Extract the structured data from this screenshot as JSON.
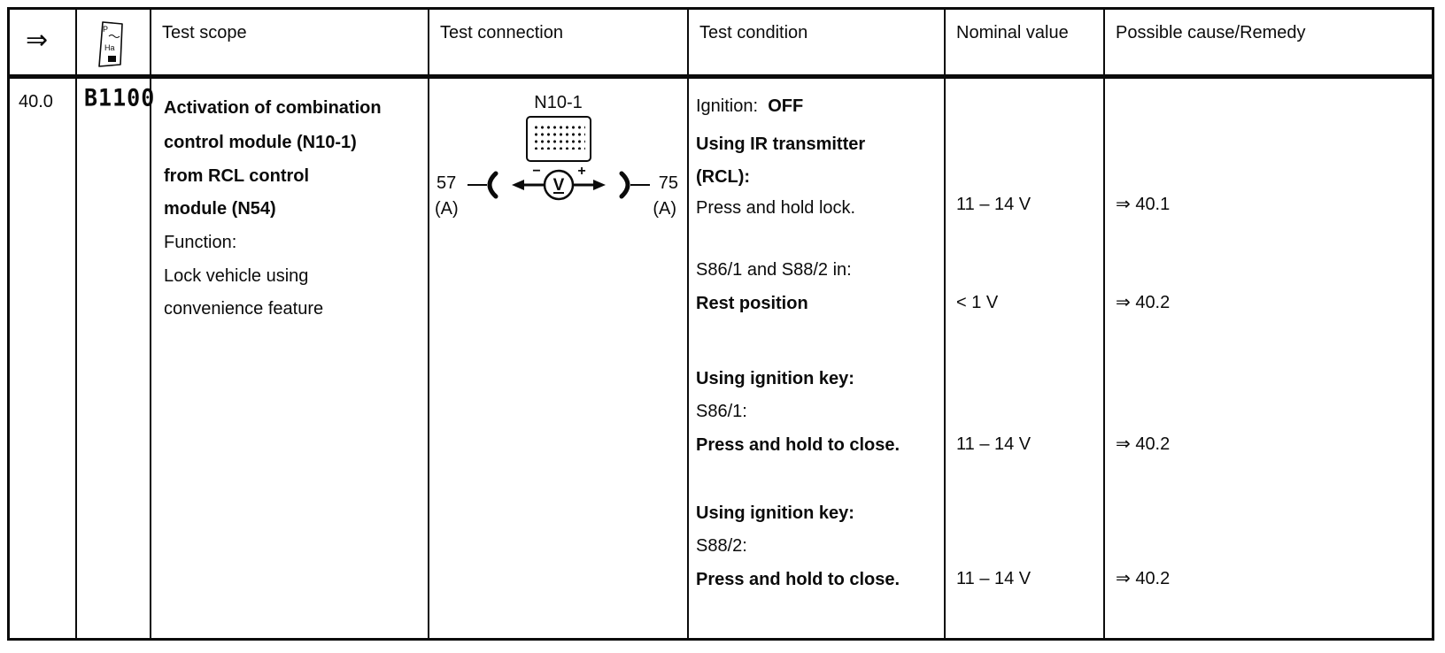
{
  "header": {
    "arrow": "⇒",
    "scope": "Test scope",
    "connection": "Test connection",
    "condition": "Test condition",
    "nominal": "Nominal value",
    "remedy": "Possible cause/Remedy",
    "tester_icon": {
      "glyph_p": "P",
      "glyph_ha": "Ha"
    }
  },
  "row": {
    "step": "40.0",
    "display_code": "B1100",
    "scope_lines": [
      {
        "text": "Activation of combination"
      },
      {
        "text": "control module (N10-1)"
      },
      {
        "text": "from RCL control"
      },
      {
        "text": "module (N54)"
      },
      {
        "text": "Function:"
      },
      {
        "text": "Lock vehicle using"
      },
      {
        "text": "convenience feature"
      }
    ],
    "connection": {
      "module": "N10-1",
      "pin_left": "57",
      "pin_right": "75",
      "ref_left": "(A)",
      "ref_right": "(A)",
      "meter_letter": "V",
      "polarity_minus": "−",
      "polarity_plus": "+"
    },
    "condition_lines": [
      {
        "label": "Ignition:",
        "value": "OFF"
      },
      {
        "text": "Using IR transmitter"
      },
      {
        "text": "(RCL):"
      },
      {
        "text": "Press and hold lock."
      },
      {
        "text": "S86/1 and S88/2 in:"
      },
      {
        "text": "Rest position"
      },
      {
        "text": "Using ignition key:"
      },
      {
        "text": "S86/1:"
      },
      {
        "text": "Press and hold to close."
      },
      {
        "text": "Using ignition key:"
      },
      {
        "text": "S88/2:"
      },
      {
        "text": "Press and hold to close."
      }
    ],
    "checks": [
      {
        "nominal": "11 – 14 V",
        "remedy": "⇒ 40.1"
      },
      {
        "nominal": "< 1 V",
        "remedy": "⇒ 40.2"
      },
      {
        "nominal": "11 – 14 V",
        "remedy": "⇒ 40.2"
      },
      {
        "nominal": "11 – 14 V",
        "remedy": "⇒ 40.2"
      }
    ]
  }
}
